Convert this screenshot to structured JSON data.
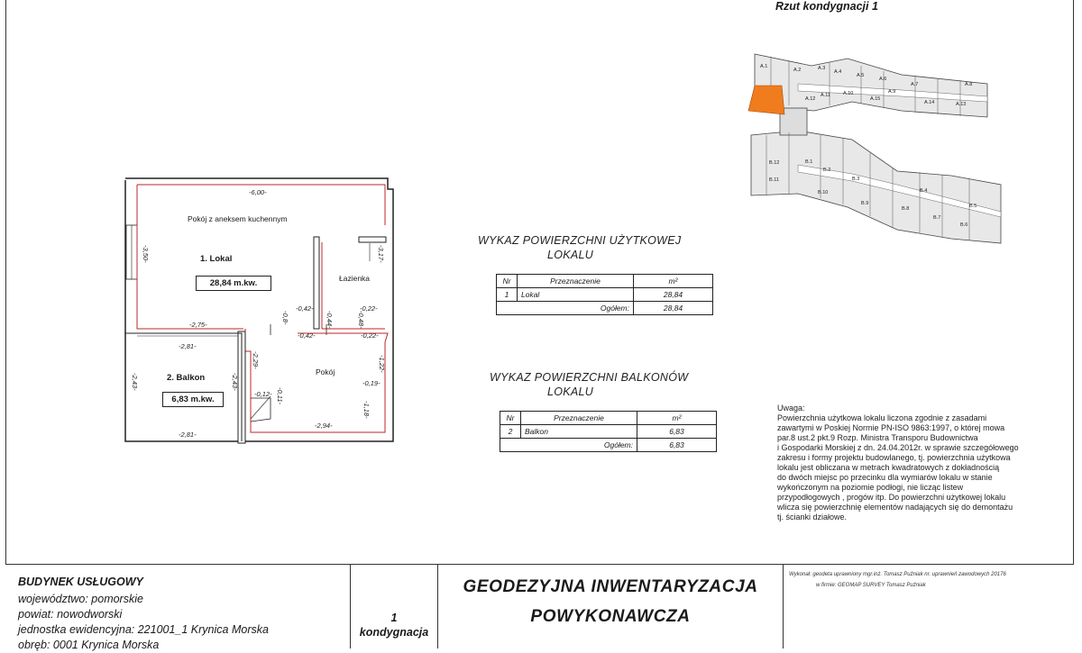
{
  "plan_title": "Rzut kondygnacji 1",
  "floor_plan": {
    "rooms": {
      "pokoj_aneks": "Pokój z aneksem kuchennym",
      "lazienka": "Łazienka",
      "pokoj": "Pokój"
    },
    "units": [
      {
        "label": "1. Lokal",
        "area": "28,84 m.kw."
      },
      {
        "label": "2. Balkon",
        "area": "6,83 m.kw."
      }
    ],
    "dimensions": {
      "top": "-6,00-",
      "left": "-3,50-",
      "right": "-3,17-",
      "bath_a": "-0,42-",
      "bath_b": "-0,22-",
      "bath_c": "-0,42-",
      "bath_d": "-0,22-",
      "bath_v1": "-0,8-",
      "bath_v2": "-0,44-",
      "bath_v3": "-0,48-",
      "lokal_bottom": "-2,75-",
      "balcony_top": "-2,81-",
      "balcony_bottom": "-2,81-",
      "balcony_left": "-2,43-",
      "balcony_right": "-2,43-",
      "pokoj_left": "-2,29-",
      "pokoj_right1": "-1,22-",
      "pokoj_right2": "-0,19-",
      "pokoj_right3": "-1,18-",
      "pokoj_bottom": "-2,94-",
      "notch_a": "-0,12-",
      "notch_b": "-0,11-"
    }
  },
  "site_plan": {
    "highlight_color": "#f07c1e",
    "labels": [
      "A.1",
      "A.2",
      "A.3",
      "A.4",
      "A.5",
      "A.6",
      "A.7",
      "A.8",
      "A.9",
      "A.10",
      "A.11",
      "A.12",
      "A.13",
      "A.14",
      "A.15",
      "B.1",
      "B.2",
      "B.3",
      "B.4",
      "B.5",
      "B.6",
      "B.7",
      "B.8",
      "B.9",
      "B.10",
      "B.11",
      "B.12"
    ]
  },
  "schedule_lokal": {
    "title_line1": "WYKAZ POWIERZCHNI UŻYTKOWEJ",
    "title_line2": "LOKALU",
    "headers": [
      "Nr",
      "Przeznaczenie",
      "m²"
    ],
    "rows": [
      {
        "nr": "1",
        "name": "Lokal",
        "value": "28,84"
      }
    ],
    "total_label": "Ogółem:",
    "total_value": "28,84"
  },
  "schedule_balkon": {
    "title_line1": "WYKAZ POWIERZCHNI BALKONÓW",
    "title_line2": "LOKALU",
    "headers": [
      "Nr",
      "Przeznaczenie",
      "m²"
    ],
    "rows": [
      {
        "nr": "2",
        "name": "Balkon",
        "value": "6,83"
      }
    ],
    "total_label": "Ogółem:",
    "total_value": "6,83"
  },
  "note": {
    "heading": "Uwaga:",
    "lines": [
      "Powierzchnia użytkowa lokalu liczona zgodnie z zasadami",
      "zawartymi w Poskiej Normie PN-ISO 9863:1997, o której mowa",
      "par.8 ust.2 pkt.9 Rozp. Ministra Transporu Budownictwa",
      "i Gospodarki Morskiej z dn. 24.04.2012r. w sprawie szczegółowego",
      "zakresu i formy projektu budowlanego, tj. powierzchnia użytkowa",
      "lokalu jest obliczana w metrach kwadratowych z dokładnością",
      "do dwóch miejsc po przecinku dla wymiarów lokalu w stanie",
      "wykończonym na poziomie podłogi, nie licząc listew",
      "przypodłogowych , progów itp. Do powierzchni użytkowej lokalu",
      "wlicza się powierzchnię elementów nadających się do demontażu",
      "tj. ścianki działowe."
    ]
  },
  "footer": {
    "building": "BUDYNEK USŁUGOWY",
    "lines": [
      "województwo: pomorskie",
      "powiat:  nowodworski",
      "jednostka ewidencyjna:  221001_1  Krynica Morska",
      "obręb:  0001 Krynica Morska"
    ],
    "storey_number": "1",
    "storey_label": "kondygnacja",
    "title_line1": "GEODEZYJNA INWENTARYZACJA",
    "title_line2": "POWYKONAWCZA",
    "made_by": "Wykonał: geodeta uprawniony mgr.inż. Tomasz Puźniak nr. uprawnień zawodowych 20176",
    "company": "w firmie: GEOMAP SURVEY Tomasz Puźniak"
  }
}
